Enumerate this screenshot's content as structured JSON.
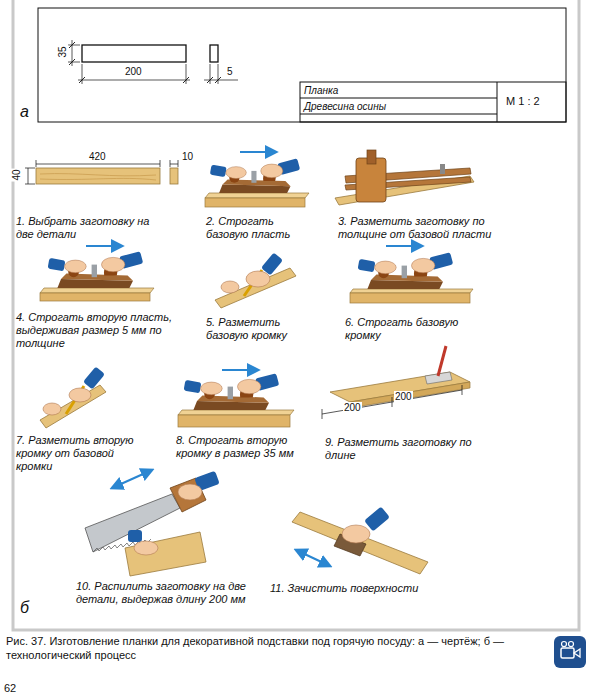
{
  "diagram": {
    "caption": "Рис. 37. Изготовление планки для декоративной подставки под горячую посуду: а — чертёж; б — технологический процесс",
    "labels": [
      "35",
      "200",
      "5",
      "Планка",
      "Древесина осины",
      "М 1 : 2",
      "а",
      "40",
      "420",
      "10",
      "1. Выбрать заготовку на две детали",
      "2. Строгать базовую пласть",
      "3. Разметить заготовку по толщине от базовой пласти",
      "4. Строгать вторую пласть, выдерживая размер 5 мм по толщине",
      "5. Разметить базовую кромку",
      "6. Строгать базовую кромку",
      "7. Разметить вторую кромку от базовой кромки",
      "8. Строгать вторую кромку в размер 35 мм",
      "200",
      "200",
      "9. Разметить заготовку по длине",
      "10. Распилить заготовку на две детали, выдержав длину 200 мм",
      "11. Зачистить поверхности",
      "б",
      "62"
    ]
  }
}
